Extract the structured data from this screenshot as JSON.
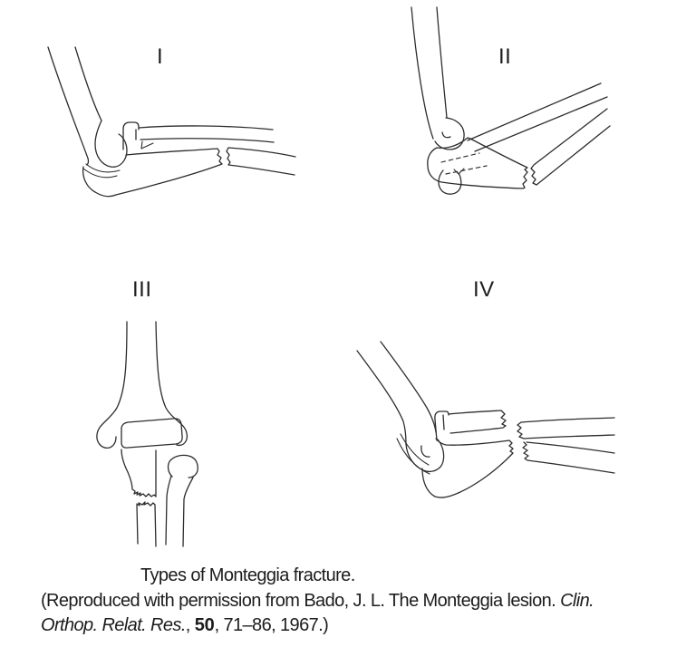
{
  "figure": {
    "panels": [
      {
        "label": "I"
      },
      {
        "label": "II"
      },
      {
        "label": "III"
      },
      {
        "label": "IV"
      }
    ],
    "caption": {
      "line1": "Types of Monteggia fracture.",
      "line2_normal": "(Reproduced with permission from Bado, J. L. The Monteggia lesion. ",
      "line2_italic": "Clin.",
      "line3_italic": "Orthop. Relat. Res.",
      "line3_sep": ", ",
      "line3_bold": "50",
      "line3_rest": ", 71–86, 1967.)"
    },
    "colors": {
      "background": "#ffffff",
      "line_art": "#2d2d2d",
      "text": "#1c1c1c"
    }
  }
}
